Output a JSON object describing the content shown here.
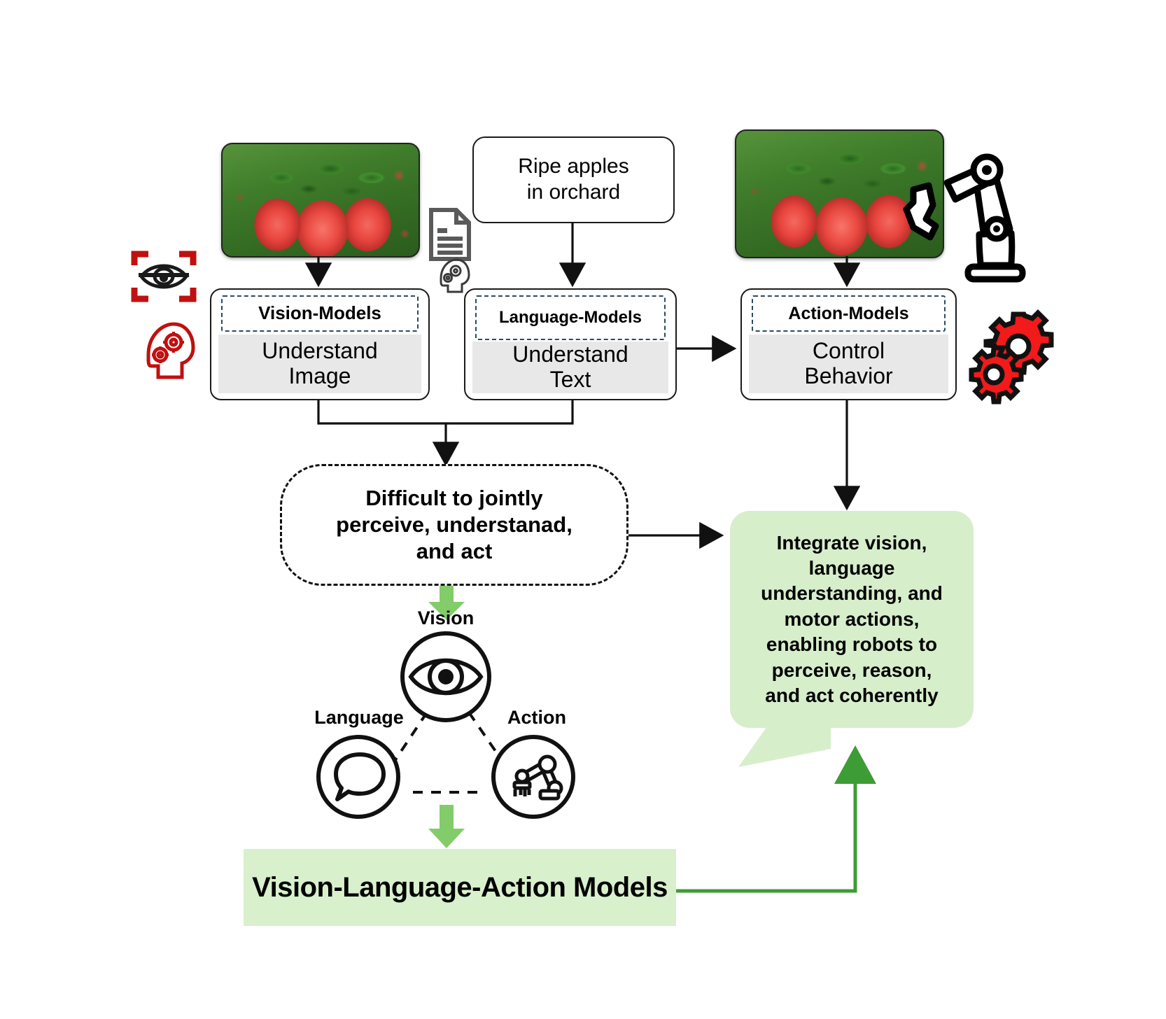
{
  "diagram": {
    "title_banner": "Vision-Language-Action Models",
    "text_prompt_box": {
      "line1": "Ripe apples",
      "line2": "in orchard"
    },
    "pipeline": [
      {
        "tag": "Vision-Models",
        "task_line1": "Understand",
        "task_line2": "Image"
      },
      {
        "tag": "Language-Models",
        "task_line1": "Understand",
        "task_line2": "Text"
      },
      {
        "tag": "Action-Models",
        "task_line1": "Control",
        "task_line2": "Behavior"
      }
    ],
    "problem_note": {
      "line1": "Difficult to jointly",
      "line2": "perceive, understanad,",
      "line3": "and act"
    },
    "triad": {
      "vision_label": "Vision",
      "language_label": "Language",
      "action_label": "Action"
    },
    "solution_bubble": {
      "line1": "Integrate vision,",
      "line2": "language",
      "line3": "understanding, and",
      "line4": "motor actions,",
      "line5": "enabling robots to",
      "line6": "perceive, reason,",
      "line7": "and act coherently"
    },
    "icons": {
      "eye_scan": "eye-scan-icon",
      "head_gears_red": "head-gears-icon",
      "document": "document-icon",
      "head_gears_small": "head-gears-small-icon",
      "robot_arm": "robot-arm-icon",
      "gears_red": "gears-icon",
      "eye_circle": "eye-circle-icon",
      "speech_circle": "speech-bubble-circle-icon",
      "arm_circle": "robot-arm-circle-icon"
    },
    "colors": {
      "accent_red": "#d9100f",
      "accent_green": "#82cc6a",
      "bubble_green": "#d7eecb",
      "banner_green": "#d9f0cd",
      "line_green": "#3d9c35",
      "dash_blue": "#2b4a5e",
      "grey_fill": "#e8e8e8",
      "stroke_black": "#1a1a1a"
    }
  }
}
